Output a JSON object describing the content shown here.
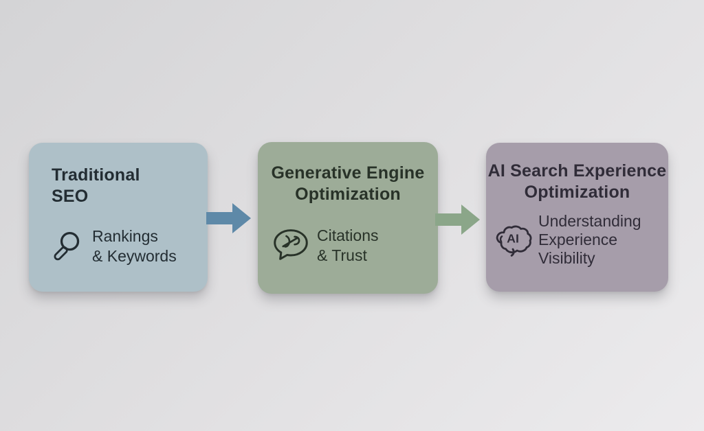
{
  "diagram": {
    "background": {
      "gradient_start": "#d4d4d6",
      "gradient_end": "#ecebed"
    },
    "boxes": [
      {
        "name": "traditional-seo",
        "title_lines": [
          "Traditional",
          "SEO"
        ],
        "body_lines": [
          "Rankings",
          "& Keywords"
        ],
        "icon": "magnifier-icon",
        "fill": "#aec0c8",
        "text_color": "#232d33"
      },
      {
        "name": "generative-engine-optimization",
        "title_lines": [
          "Generative Engine",
          "Optimization"
        ],
        "body_lines": [
          "Citations",
          "& Trust"
        ],
        "icon": "chat-scribble-icon",
        "fill": "#9dac98",
        "text_color": "#283228"
      },
      {
        "name": "ai-search-experience-optimization",
        "title_lines": [
          "AI Search Experience",
          "Optimization"
        ],
        "body_lines": [
          "Understanding",
          "Experience",
          "Visibility"
        ],
        "icon": "brain-ai-icon",
        "icon_label": "AI",
        "fill": "#a69daa",
        "text_color": "#302c38"
      }
    ],
    "arrows": [
      {
        "name": "arrow-1",
        "color": "#5e89a8"
      },
      {
        "name": "arrow-2",
        "color": "#8ba689"
      }
    ]
  }
}
